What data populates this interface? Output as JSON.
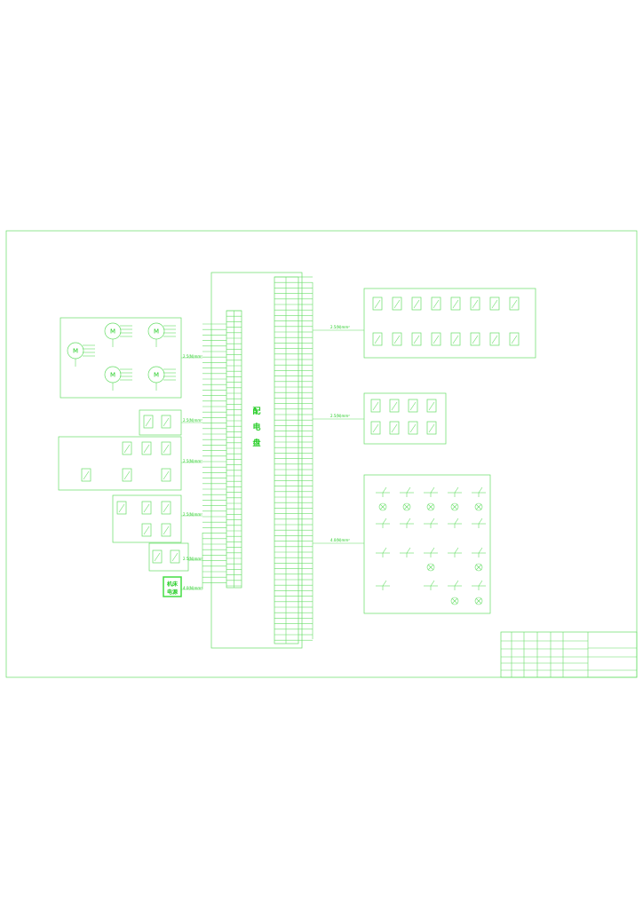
{
  "colors": {
    "line": "#66dd66",
    "text": "#22cc22",
    "fill": "#44dd44"
  },
  "board": {
    "label_chars": [
      "配",
      "电",
      "盘"
    ]
  },
  "power_box": {
    "label_line1": "机床",
    "label_line2": "电源"
  },
  "cable_labels": {
    "left_top": "2.5(N)mm²",
    "left_mid1": "2.5(N)mm²",
    "left_mid2": "2.5(N)mm²",
    "left_low1": "2.5(N)mm²",
    "left_low2": "2.5(N)mm²",
    "left_power": "4.0(N)mm²",
    "right_top": "2.5(N)mm²",
    "right_mid": "2.5(N)mm²",
    "right_low": "4.0(N)mm²"
  },
  "icons": [
    "motor-symbol",
    "switch-symbol",
    "lamp-symbol",
    "terminal-strip"
  ]
}
